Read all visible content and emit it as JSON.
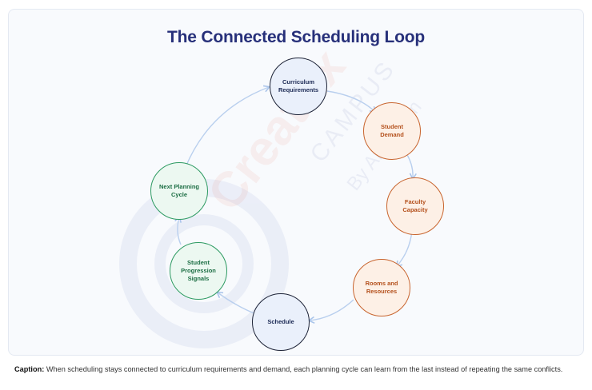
{
  "title": "The Connected Scheduling Loop",
  "nodes": [
    {
      "label": "Curriculum Requirements",
      "group": "blue"
    },
    {
      "label": "Student Demand",
      "group": "orange"
    },
    {
      "label": "Faculty Capacity",
      "group": "orange"
    },
    {
      "label": "Rooms and Resources",
      "group": "orange"
    },
    {
      "label": "Schedule",
      "group": "blue"
    },
    {
      "label": "Student Progression Signals",
      "group": "green"
    },
    {
      "label": "Next Planning Cycle",
      "group": "green"
    }
  ],
  "watermark": {
    "brand": "Creatrix",
    "sub": "CAMPUS",
    "byline": "By Ananvam"
  },
  "caption": {
    "label": "Caption:",
    "text": "When scheduling stays connected to curriculum requirements and demand, each planning cycle can learn from the last instead of repeating the same conflicts."
  },
  "colors": {
    "title": "#27307a",
    "arrow": "#b9cfee",
    "blue_border": "#1c2236",
    "orange_border": "#c8642e",
    "green_border": "#2d9a62"
  }
}
